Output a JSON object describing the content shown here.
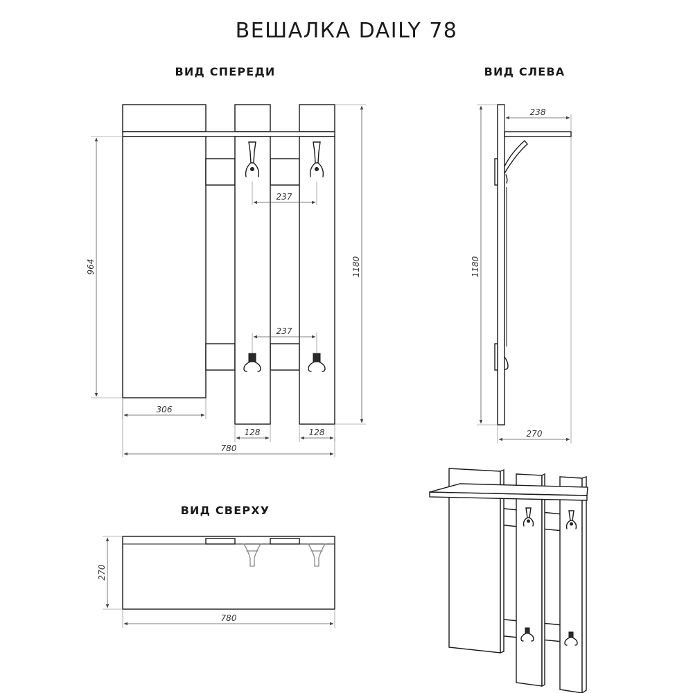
{
  "title": "ВЕШАЛКА DAILY 78",
  "views": {
    "front": "ВИД СПЕРЕДИ",
    "left": "ВИД СЛЕВА",
    "top": "ВИД СВЕРХУ"
  },
  "dimensions": {
    "front_height_panel": "964",
    "front_height_total": "1180",
    "front_width_total": "780",
    "front_panel_width": "306",
    "front_board_width_1": "128",
    "front_board_width_2": "128",
    "front_hook_spacing_top": "237",
    "front_hook_spacing_bottom": "237",
    "side_shelf_depth": "238",
    "side_height": "1180",
    "side_depth_total": "270",
    "top_depth": "270",
    "top_width": "780"
  },
  "colors": {
    "line": "#1a1a1a",
    "dimension": "#555555",
    "background": "#ffffff"
  }
}
